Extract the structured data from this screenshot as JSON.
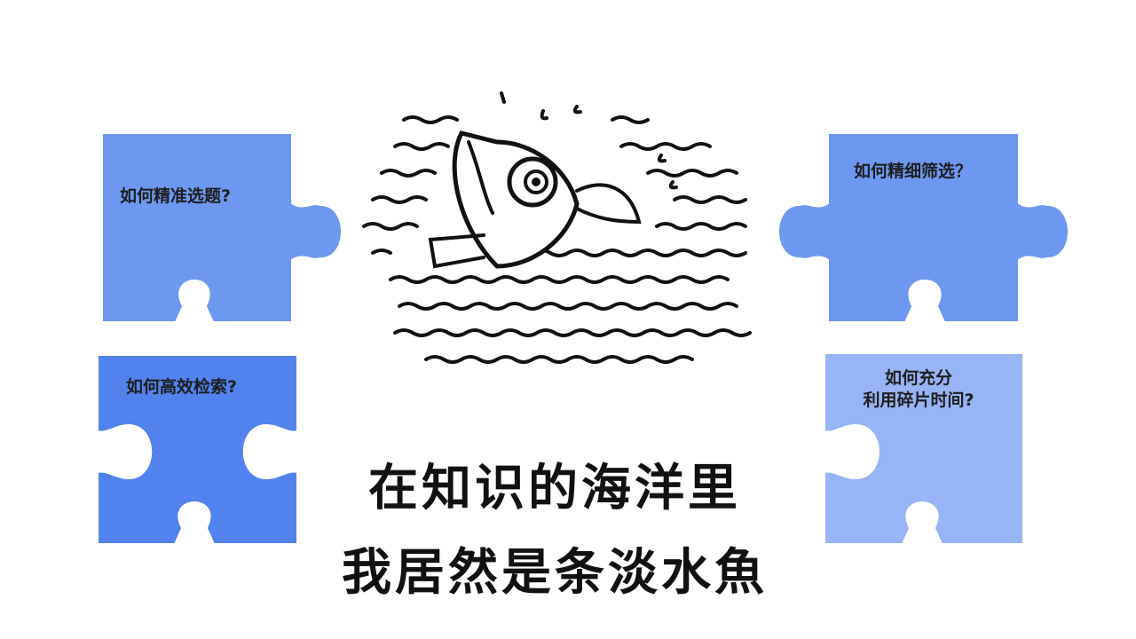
{
  "pieces": [
    {
      "text": "如何精准选题?",
      "color": "#6e98f0"
    },
    {
      "text": "如何高效检索?",
      "color": "#5282ee"
    },
    {
      "text": "如何精细筛选？",
      "color": "#6e98f0"
    },
    {
      "line1": "如何充分",
      "line2": "利用碎片时间?",
      "color": "#97b4f5"
    }
  ],
  "slogan": {
    "line1": "在知识的海洋里",
    "line2": "我居然是条淡水魚"
  },
  "illustration": {
    "icon": "drowning-fish-in-waves-icon"
  }
}
